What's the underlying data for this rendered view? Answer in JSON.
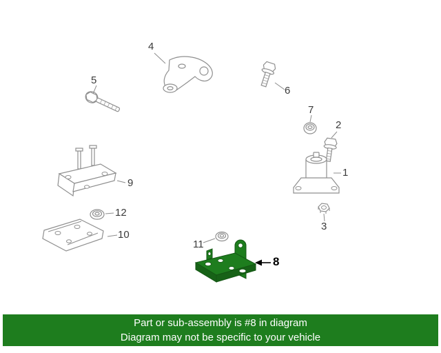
{
  "colors": {
    "banner_bg": "#1e7d1e",
    "banner_text": "#ffffff",
    "highlight": "#1e7d1e",
    "highlight_dark": "#145614",
    "line": "#8f8f8f",
    "label": "#3a3a3a"
  },
  "diagram": {
    "highlighted_part": "8",
    "callouts": [
      {
        "part": "4",
        "label": "4"
      },
      {
        "part": "5",
        "label": "5"
      },
      {
        "part": "6",
        "label": "6"
      },
      {
        "part": "7",
        "label": "7"
      },
      {
        "part": "2",
        "label": "2"
      },
      {
        "part": "1",
        "label": "1"
      },
      {
        "part": "3",
        "label": "3"
      },
      {
        "part": "9",
        "label": "9"
      },
      {
        "part": "12",
        "label": "12"
      },
      {
        "part": "10",
        "label": "10"
      },
      {
        "part": "11",
        "label": "11"
      },
      {
        "part": "8",
        "label": "8"
      }
    ]
  },
  "banner": {
    "line1": "Part or sub-assembly is #8 in diagram",
    "line2": "Diagram may not be specific to your vehicle"
  }
}
